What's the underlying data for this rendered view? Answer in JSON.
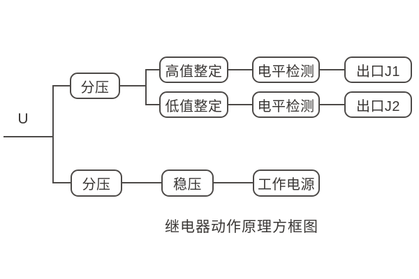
{
  "diagram": {
    "input_label": "U",
    "caption": "继电器动作原理方框图",
    "colors": {
      "line": "#4c4947",
      "text": "#393634",
      "background": "#ffffff"
    },
    "nodes": {
      "divider_top": "分压",
      "high_setting": "高值整定",
      "low_setting": "低值整定",
      "level_detect_1": "电平检测",
      "outlet_j1": "出口J1",
      "level_detect_2": "电平检测",
      "outlet_j2": "出口J2",
      "divider_bottom": "分压",
      "regulator": "稳压",
      "working_power": "工作电源"
    }
  }
}
